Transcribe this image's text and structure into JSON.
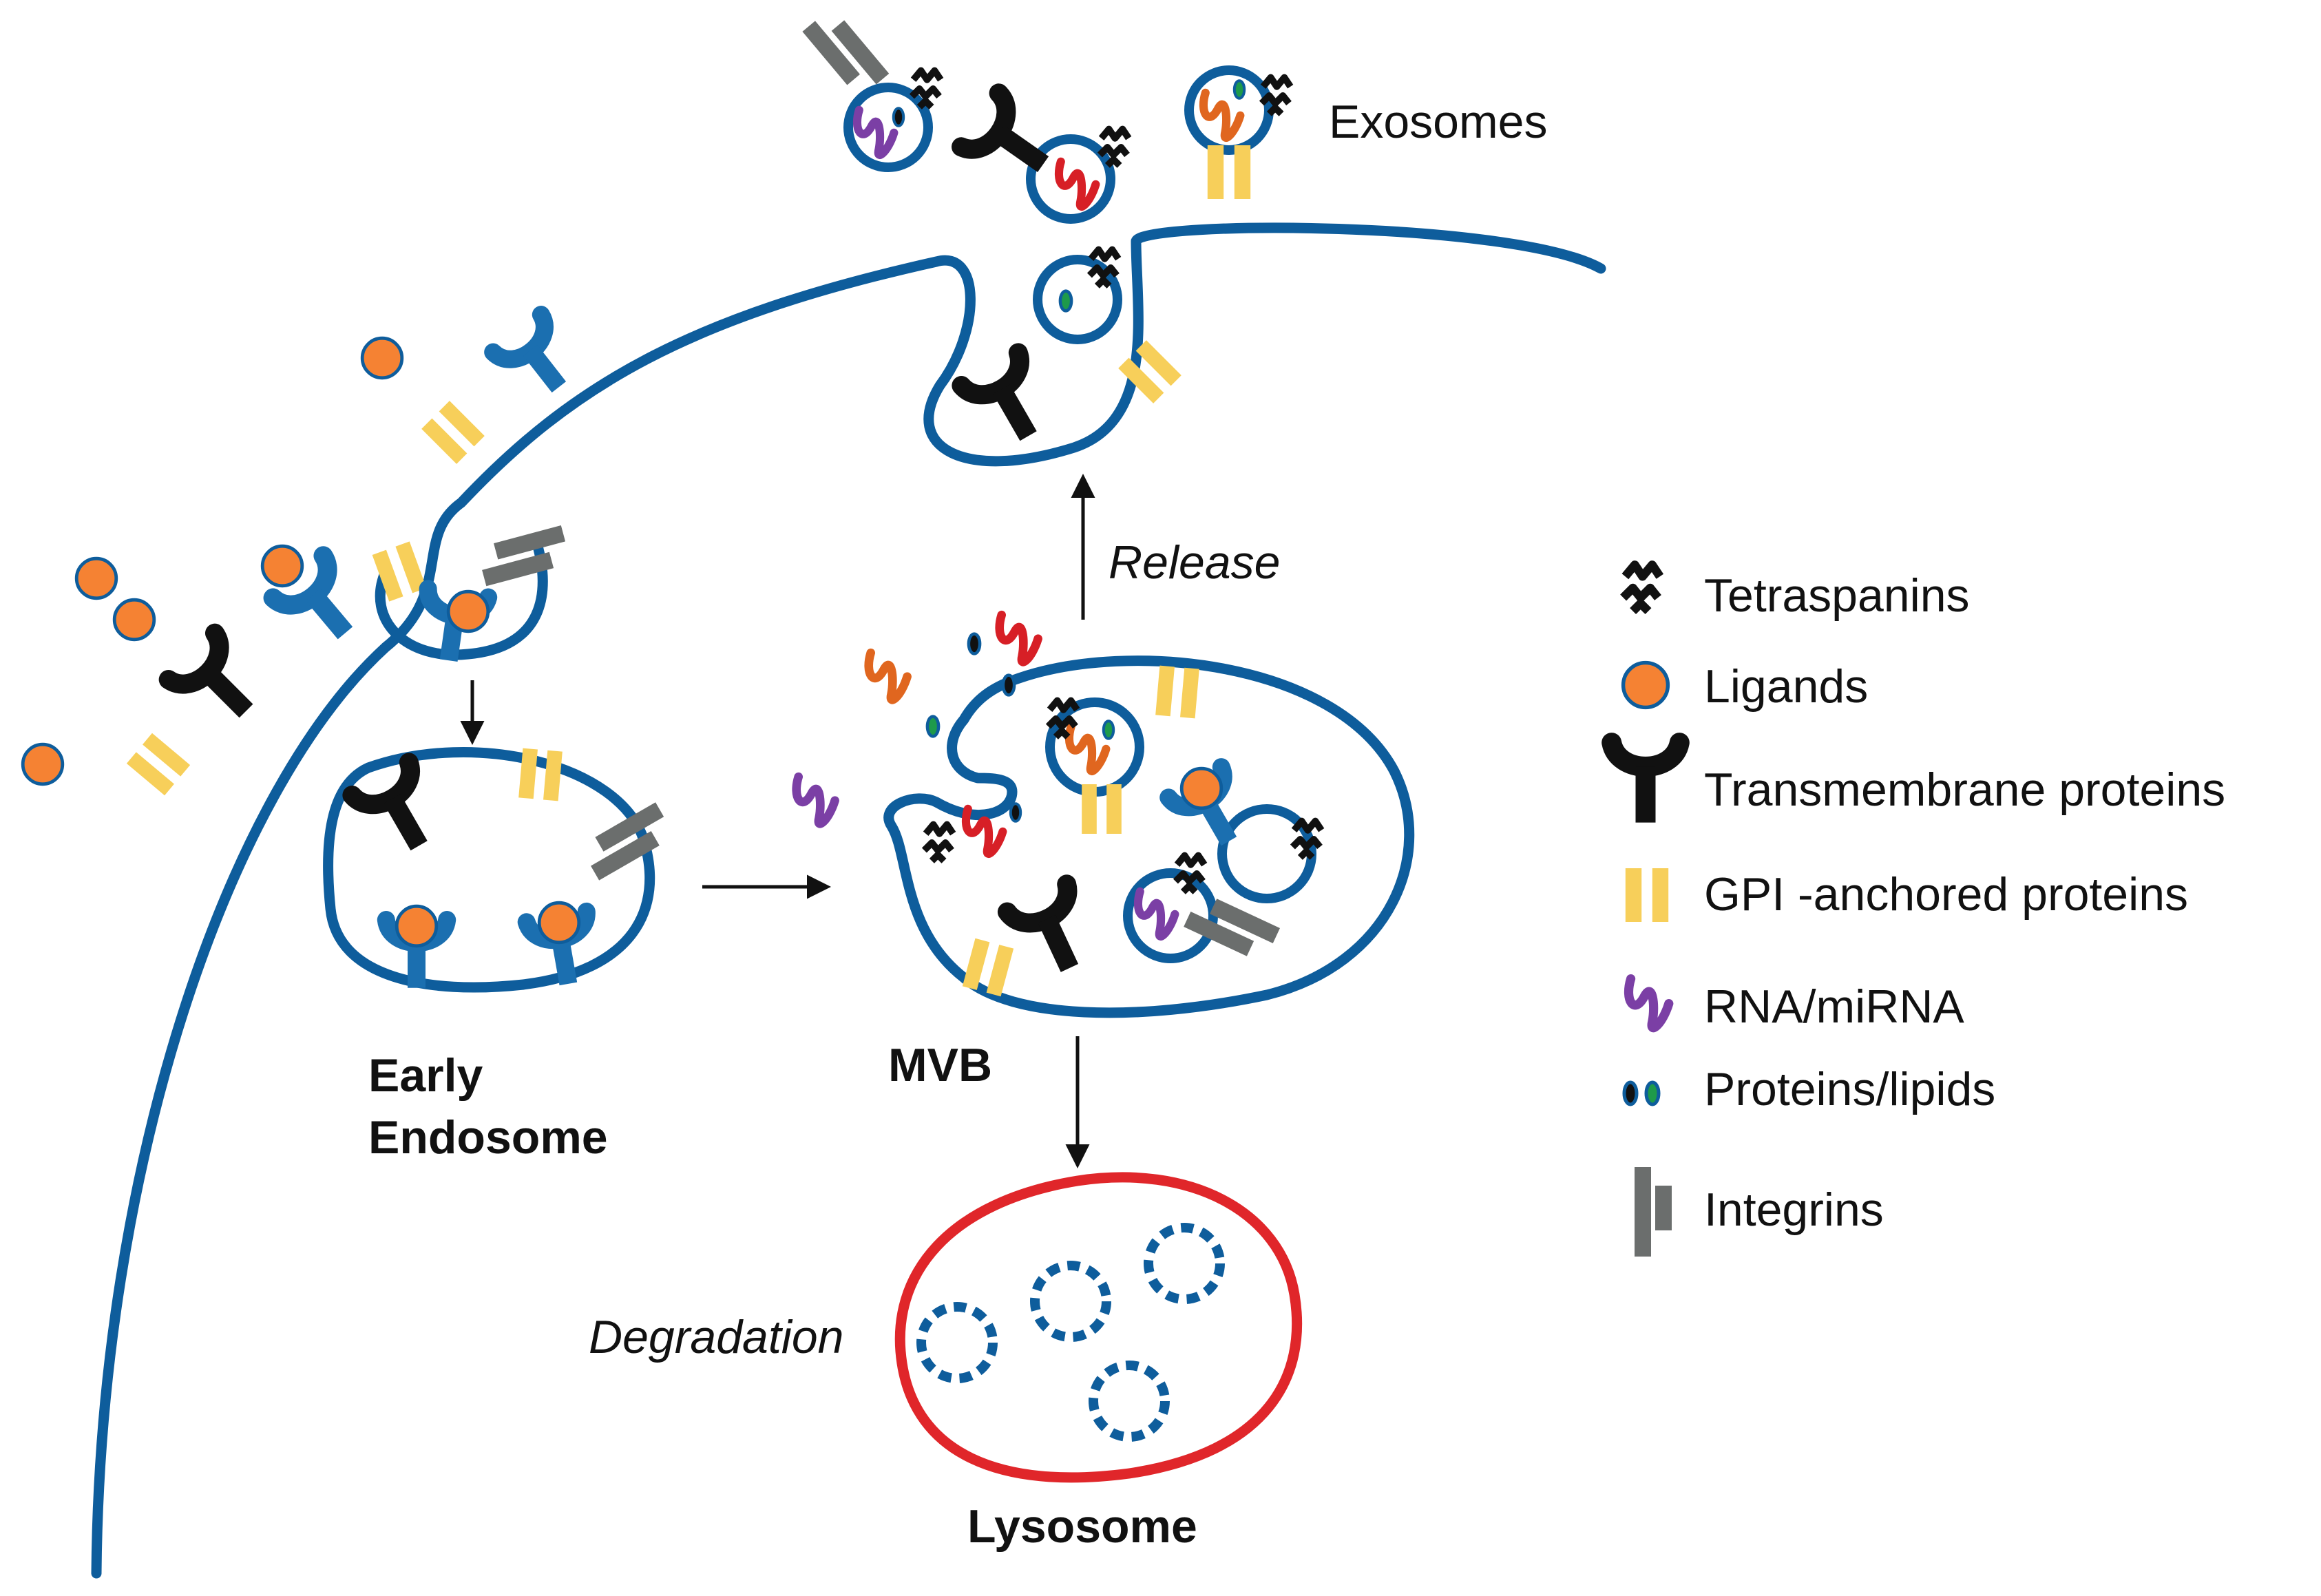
{
  "labels": {
    "exosomes": "Exosomes",
    "release": "Release",
    "early_line1": "Early",
    "early_line2": "Endosome",
    "mvb": "MVB",
    "degradation": "Degradation",
    "lysosome": "Lysosome"
  },
  "legend": [
    {
      "key": "tetraspanin",
      "label": "Tetraspanins"
    },
    {
      "key": "ligand",
      "label": "Ligands"
    },
    {
      "key": "transmembrane",
      "label": "Transmembrane proteins"
    },
    {
      "key": "gpi",
      "label": "GPI -anchored proteins"
    },
    {
      "key": "rna",
      "label": "RNA/miRNA"
    },
    {
      "key": "protein_lipid",
      "label": "Proteins/lipids"
    },
    {
      "key": "integrin",
      "label": "Integrins"
    }
  ],
  "colors": {
    "membrane": "#0e5d9c",
    "lysosome": "#e0262a",
    "ligand": "#f58233",
    "gpi": "#f7cf5a",
    "integrin": "#6b6e6d",
    "transmembrane": "#111111",
    "rna_purple": "#7b3fa5",
    "rna_red": "#d71f26",
    "rna_orange": "#e0661f",
    "lipid_green": "#1e9a4a"
  }
}
